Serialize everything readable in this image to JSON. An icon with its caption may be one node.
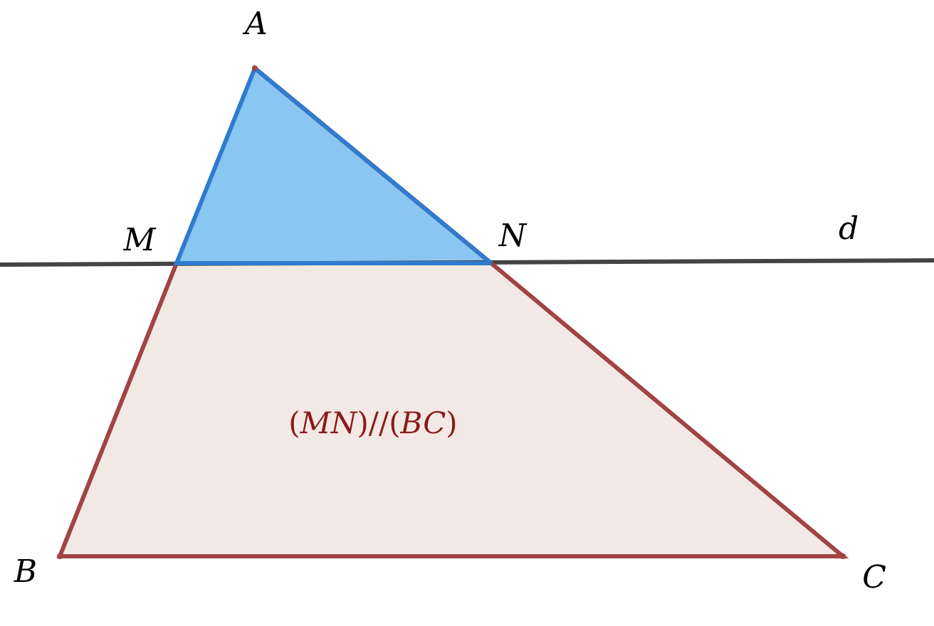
{
  "diagram": {
    "labels": [
      "A",
      "M",
      "N",
      "d",
      "B",
      "C",
      "(*MN*)//(*BC*)"
    ]
  }
}
